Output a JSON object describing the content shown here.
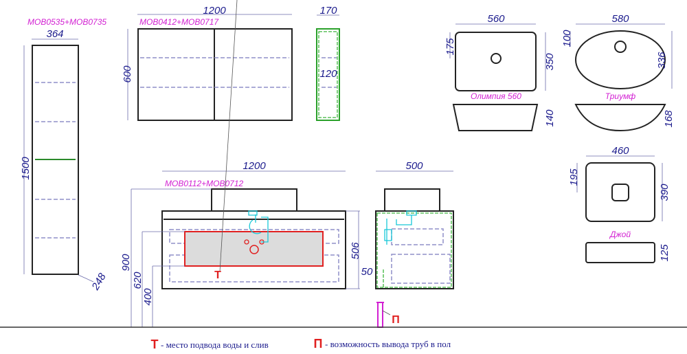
{
  "tall_cabinet": {
    "model": "MOB0535+MOB0735",
    "width": "364",
    "height": "1500",
    "depth": "248"
  },
  "mirror_cabinet": {
    "model": "MOB0412+MOB0717",
    "width": "1200",
    "height": "600",
    "depth": "170",
    "shelf_depth": "120"
  },
  "basins": [
    {
      "name": "Олимпия 560",
      "width": "560",
      "depth": "350",
      "drain_offset": "175",
      "height": "140"
    },
    {
      "name": "Триумф",
      "width": "580",
      "depth": "336",
      "drain_offset": "100",
      "height": "168"
    },
    {
      "name": "Джой",
      "width": "460",
      "depth": "390",
      "drain_offset": "195",
      "height": "125"
    }
  ],
  "vanity": {
    "model": "MOB0112+MOB0712",
    "width": "1200",
    "depth": "500",
    "body_height": "506",
    "total_height": "900",
    "height_620": "620",
    "height_400": "400",
    "offset_50": "50",
    "marker_t": "Т",
    "marker_p": "П"
  },
  "legend": {
    "t_symbol": "Т",
    "t_text": "- место подвода воды и слив",
    "p_symbol": "П",
    "p_text": "- возможность вывода труб в пол"
  },
  "colors": {
    "dimension": "#1a1a8c",
    "model": "#d21fd2",
    "marker": "#e02020"
  }
}
